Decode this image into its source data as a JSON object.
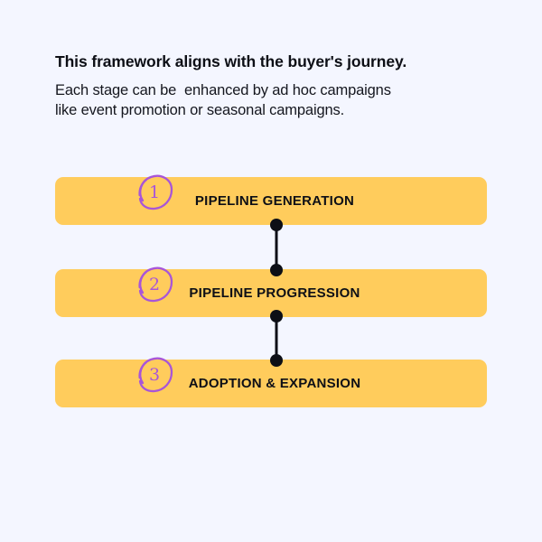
{
  "theme": {
    "background": "#f4f6ff",
    "bar_fill": "#ffcc5c",
    "accent_purple": "#a855d8",
    "text_dark": "#0d0f16",
    "connector": "#0d0f16"
  },
  "header": {
    "heading": "This framework aligns with the buyer's journey.",
    "subtext": "Each stage can be  enhanced by ad hoc campaigns\nlike event promotion or seasonal campaigns."
  },
  "stages": [
    {
      "number": "1",
      "label": "PIPELINE GENERATION"
    },
    {
      "number": "2",
      "label": "PIPELINE PROGRESSION"
    },
    {
      "number": "3",
      "label": "ADOPTION & EXPANSION"
    }
  ]
}
